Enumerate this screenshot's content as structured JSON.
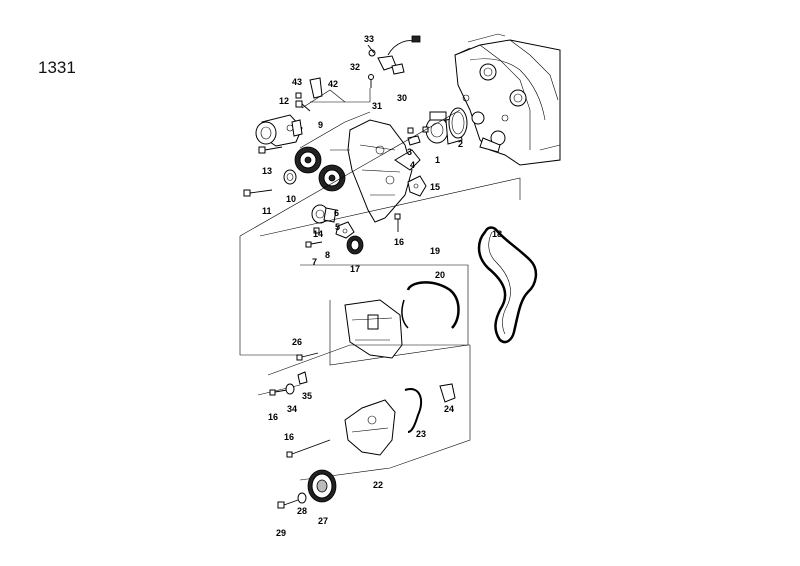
{
  "figure_number": "1331",
  "part_labels": {
    "p1": "1",
    "p2": "2",
    "p3": "3",
    "p4": "4",
    "p5": "5",
    "p6": "6",
    "p7": "7",
    "p8": "8",
    "p9": "9",
    "p10": "10",
    "p11": "11",
    "p12": "12",
    "p13": "13",
    "p14": "14",
    "p15": "15",
    "p16a": "16",
    "p16b": "16",
    "p16c": "16",
    "p17": "17",
    "p18": "18",
    "p19": "19",
    "p20": "20",
    "p22": "22",
    "p23": "23",
    "p24": "24",
    "p26": "26",
    "p27": "27",
    "p28": "28",
    "p29": "29",
    "p30": "30",
    "p31": "31",
    "p32": "32",
    "p33": "33",
    "p34": "34",
    "p35": "35",
    "p42": "42",
    "p43": "43"
  }
}
